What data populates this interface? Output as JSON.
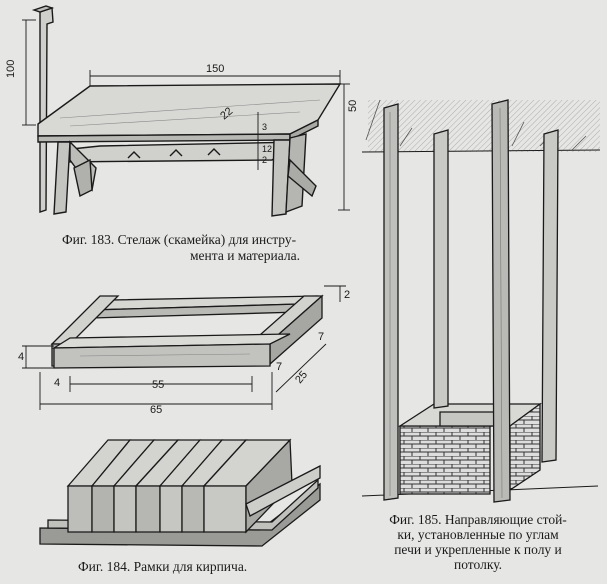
{
  "figures": {
    "fig183": {
      "caption_line1": "Фиг. 183. Стелаж (скамейка) для инстру-",
      "caption_line2": "мента и материала.",
      "dimensions": {
        "height_back": "100",
        "length": "150",
        "seat_width": "22",
        "board_thickness": "3",
        "gap": "12",
        "bottom_board": "2",
        "height": "50"
      }
    },
    "fig184": {
      "caption": "Фиг. 184. Рамки для кирпича.",
      "dimensions": {
        "height": "4",
        "inner_length": "55",
        "outer_length": "65",
        "end_offset": "4",
        "width": "25",
        "depth_a": "7",
        "depth_b": "7",
        "top_thickness": "2"
      }
    },
    "fig185": {
      "caption_line1": "Фиг. 185. Направляющие стой-",
      "caption_line2": "ки, установленные по углам",
      "caption_line3": "печи и укрепленные к полу и",
      "caption_line4": "потолку."
    }
  }
}
